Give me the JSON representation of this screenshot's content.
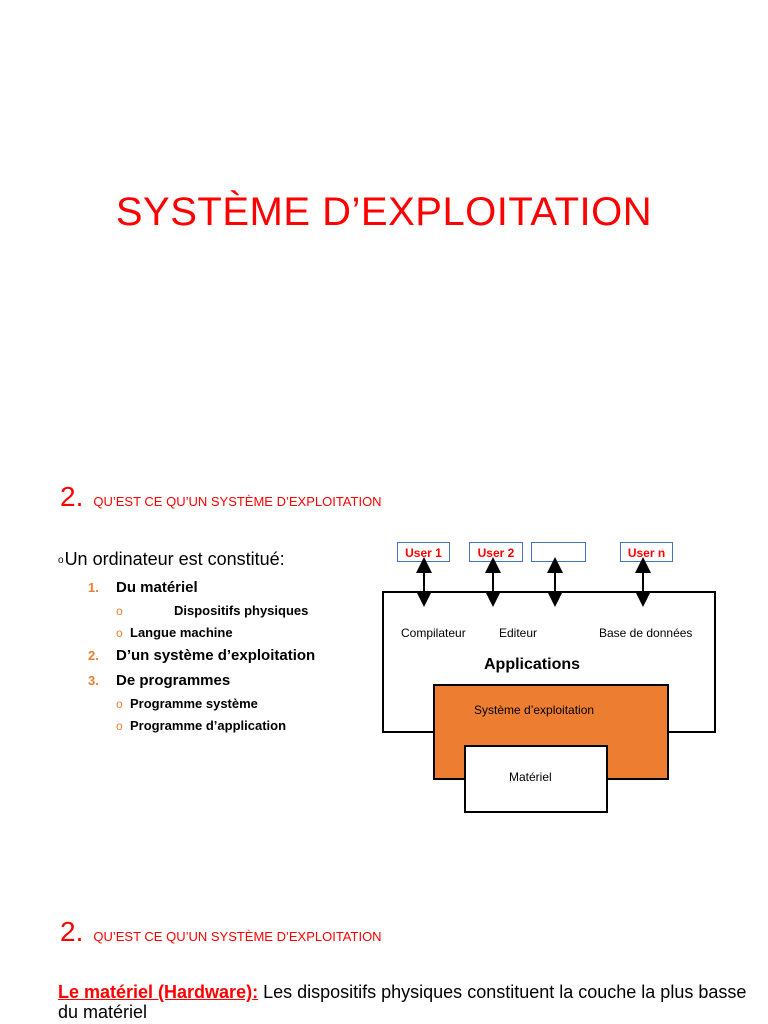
{
  "title": "SYSTÈME D’EXPLOITATION",
  "section1": {
    "number": "2.",
    "heading": "QU’EST CE QU’UN SYSTÈME D’EXPLOITATION"
  },
  "intro": {
    "bullet": "o",
    "text": "Un ordinateur est constitué:"
  },
  "list": [
    {
      "num": "1.",
      "label": "Du matériel",
      "subs": [
        "Dispositifs physiques",
        "Langue machine"
      ]
    },
    {
      "num": "2.",
      "label": "D’un système d’exploitation",
      "subs": []
    },
    {
      "num": "3.",
      "label": "De programmes",
      "subs": [
        "Programme système",
        "Programme d’application"
      ]
    }
  ],
  "sub_bullet": "o",
  "diagram": {
    "users": [
      "User 1",
      "User 2",
      "",
      "User n"
    ],
    "apps": [
      "Compilateur",
      "Editeur",
      "Base de données"
    ],
    "applications_title": "Applications",
    "os_label": "Système d’exploitation",
    "hardware_label": "Matériel"
  },
  "section2": {
    "number": "2.",
    "heading": "QU’EST CE QU’UN SYSTÈME D’EXPLOITATION"
  },
  "hardware_def": {
    "term": "Le matériel (Hardware):",
    "text": " Les dispositifs physiques constituent la couche la plus basse du matériel"
  },
  "colors": {
    "accent_red": "#ff0000",
    "accent_orange": "#ed7d31",
    "box_border_blue": "#4472c4"
  }
}
